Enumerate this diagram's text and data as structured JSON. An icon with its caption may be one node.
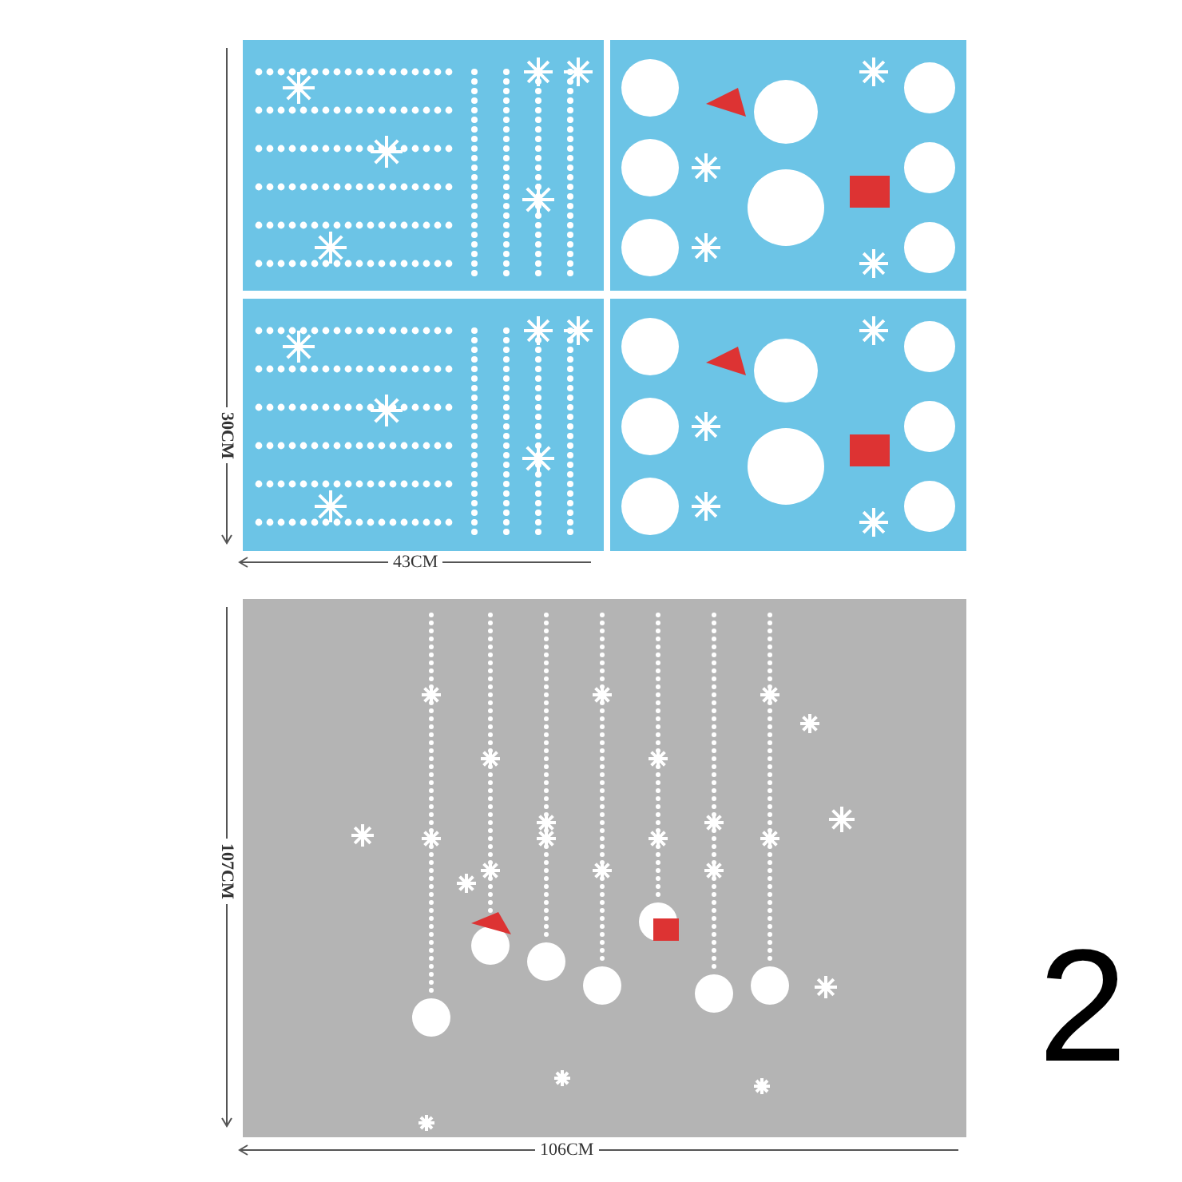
{
  "diagram": {
    "labels": [
      "30CM",
      "43CM",
      "107CM",
      "106CM",
      "2"
    ]
  }
}
